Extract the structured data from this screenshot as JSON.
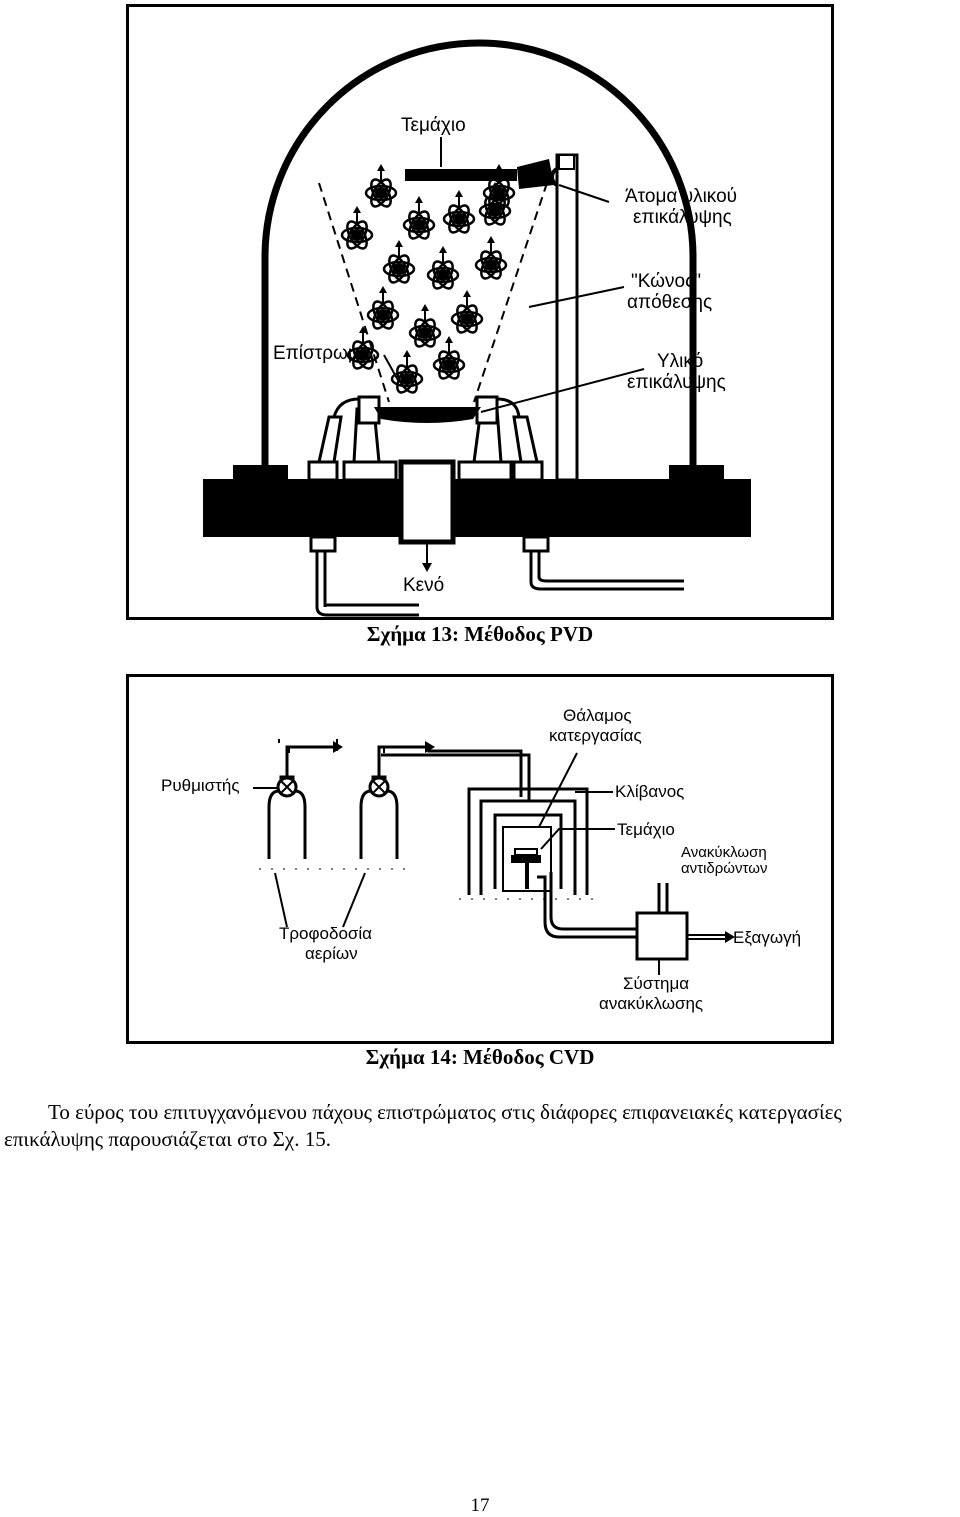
{
  "figure13": {
    "labels": {
      "workpiece": "Τεμάχιο",
      "coating_atoms_1": "Άτομα υλικού",
      "coating_atoms_2": "επικάλυψης",
      "deposition_cone_1": "\"Κώνος\"",
      "deposition_cone_2": "απόθεσης",
      "substrate": "Επίστρωμα",
      "coating_material_1": "Υλικό",
      "coating_material_2": "επικάλυψης",
      "vacuum": "Κενό"
    },
    "caption": "Σχήμα 13: Μέθοδος PVD"
  },
  "figure14": {
    "labels": {
      "chamber_1": "Θάλαμος",
      "chamber_2": "κατεργασίας",
      "regulator": "Ρυθμιστής",
      "furnace": "Κλίβανος",
      "workpiece": "Τεμάχιο",
      "recirc_reactants_1": "Ανακύκλωση",
      "recirc_reactants_2": "αντιδρώντων",
      "gas_supply_1": "Τροφοδοσία",
      "gas_supply_2": "αερίων",
      "exhaust": "Εξαγωγή",
      "recirc_system_1": "Σύστημα",
      "recirc_system_2": "ανακύκλωσης"
    },
    "caption": "Σχήμα 14: Μέθοδος CVD"
  },
  "body": {
    "paragraph_line1": "Το εύρος του επιτυγχανόμενου πάχους επιστρώματος στις διάφορες επιφανειακές κατεργασίες",
    "paragraph_line2": "επικάλυψης παρουσιάζεται στο Σχ. 15."
  },
  "page_number": "17"
}
